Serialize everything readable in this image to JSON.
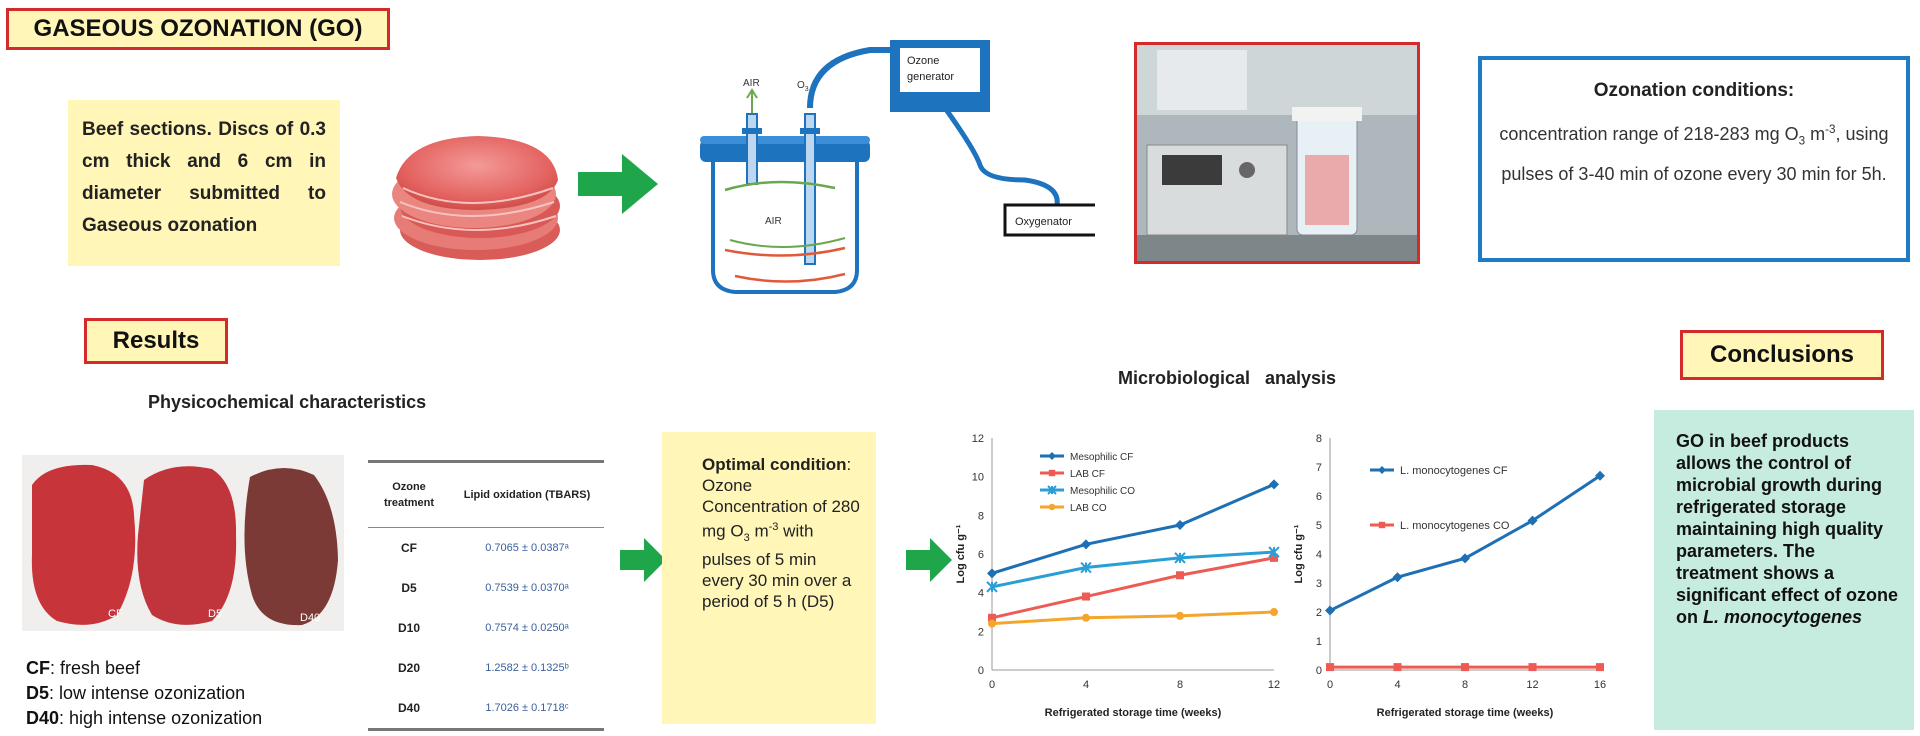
{
  "title": "GASEOUS OZONATION (GO)",
  "beef_box": "Beef sections. Discs of 0.3 cm thick and 6 cm in diameter submitted to Gaseous ozonation",
  "apparatus": {
    "air_top": "AIR",
    "o3_label": "O",
    "o3_sub": "3",
    "air_inside": "AIR",
    "ozone_generator": [
      "Ozone",
      "generator"
    ],
    "oxygenator": "Oxygenator"
  },
  "conditions": {
    "heading": "Ozonation conditions:",
    "text_a": "concentration range of 218-283 mg O",
    "sub": "3",
    "text_b": " m",
    "sup": "-3",
    "text_c": ", using pulses of 3-40 min of ozone every 30 min for 5h."
  },
  "results_label": "Results",
  "physico_title": "Physicochemical characteristics",
  "sample_labels": [
    "CF",
    "D5",
    "D40"
  ],
  "legend": [
    {
      "code": "CF",
      "text": ": fresh beef"
    },
    {
      "code": "D5",
      "text": ": low intense ozonization"
    },
    {
      "code": "D40",
      "text": ": high intense ozonization"
    }
  ],
  "table": {
    "col1": [
      "Ozone",
      "treatment"
    ],
    "col2": "Lipid oxidation (TBARS)",
    "rows": [
      {
        "t": "CF",
        "v": "0.7065 ± 0.0387ᵃ"
      },
      {
        "t": "D5",
        "v": "0.7539 ± 0.0370ᵃ"
      },
      {
        "t": "D10",
        "v": "0.7574 ± 0.0250ᵃ"
      },
      {
        "t": "D20",
        "v": "1.2582 ± 0.1325ᵇ"
      },
      {
        "t": "D40",
        "v": "1.7026 ± 0.1718ᶜ"
      }
    ]
  },
  "optimal": {
    "heading": "Optimal condition",
    "colon": ":",
    "line_a": "Ozone Concentration of 280 mg O",
    "sub": "3",
    "line_b": " m",
    "sup": "-3",
    "line_c": " with pulses of 5 min every 30 min over a period of 5 h (D5)"
  },
  "micro_title": "Microbiological   analysis",
  "conclusions_label": "Conclusions",
  "conclusions": {
    "text": "GO in beef products allows the control of microbial growth during refrigerated storage maintaining high quality parameters. The treatment shows a significant effect of ozone on ",
    "italic": "L. monocytogenes"
  },
  "colors": {
    "red_border": "#d42a2a",
    "yellow": "#fff6b8",
    "blue_border": "#1f7bc4",
    "teal": "#c6ecdf",
    "green_arrow": "#1fa64a",
    "apparatus_blue": "#1e73be"
  },
  "chart_data": [
    {
      "type": "line",
      "xlabel": "Refrigerated storage time (weeks)",
      "ylabel": "Log cfu g⁻¹",
      "x": [
        0,
        4,
        8,
        12
      ],
      "xticks": [
        0,
        4,
        8,
        12
      ],
      "xlim": [
        0,
        12
      ],
      "ylim": [
        0,
        12
      ],
      "yticks": [
        0,
        2,
        4,
        6,
        8,
        10,
        12
      ],
      "legend_position": "top-left",
      "grid": false,
      "series": [
        {
          "name": "Mesophilic CF",
          "values": [
            5.0,
            6.5,
            7.5,
            9.6
          ],
          "color": "#1f6fb5",
          "marker": "diamond"
        },
        {
          "name": "LAB CF",
          "values": [
            2.7,
            3.8,
            4.9,
            5.8
          ],
          "color": "#ee5b55",
          "marker": "square"
        },
        {
          "name": "Mesophilic CO",
          "values": [
            4.3,
            5.3,
            5.8,
            6.1
          ],
          "color": "#2a9fd6",
          "marker": "star"
        },
        {
          "name": "LAB CO",
          "values": [
            2.4,
            2.7,
            2.8,
            3.0
          ],
          "color": "#f4a52a",
          "marker": "circle"
        }
      ]
    },
    {
      "type": "line",
      "xlabel": "Refrigerated storage time (weeks)",
      "ylabel": "Log cfu g⁻¹",
      "x": [
        0,
        4,
        8,
        12,
        16
      ],
      "xticks": [
        0,
        4,
        8,
        12,
        16
      ],
      "xlim": [
        0,
        16
      ],
      "ylim": [
        0,
        8
      ],
      "yticks": [
        0,
        1,
        2,
        3,
        4,
        5,
        6,
        7,
        8
      ],
      "legend_position": "top-left",
      "grid": false,
      "series": [
        {
          "name": "L. monocytogenes CF",
          "values": [
            2.05,
            3.2,
            3.85,
            5.15,
            6.7
          ],
          "color": "#1f6fb5",
          "marker": "diamond"
        },
        {
          "name": "L. monocytogenes CO",
          "values": [
            0.1,
            0.1,
            0.1,
            0.1,
            0.1
          ],
          "color": "#ee5b55",
          "marker": "square"
        }
      ]
    }
  ]
}
